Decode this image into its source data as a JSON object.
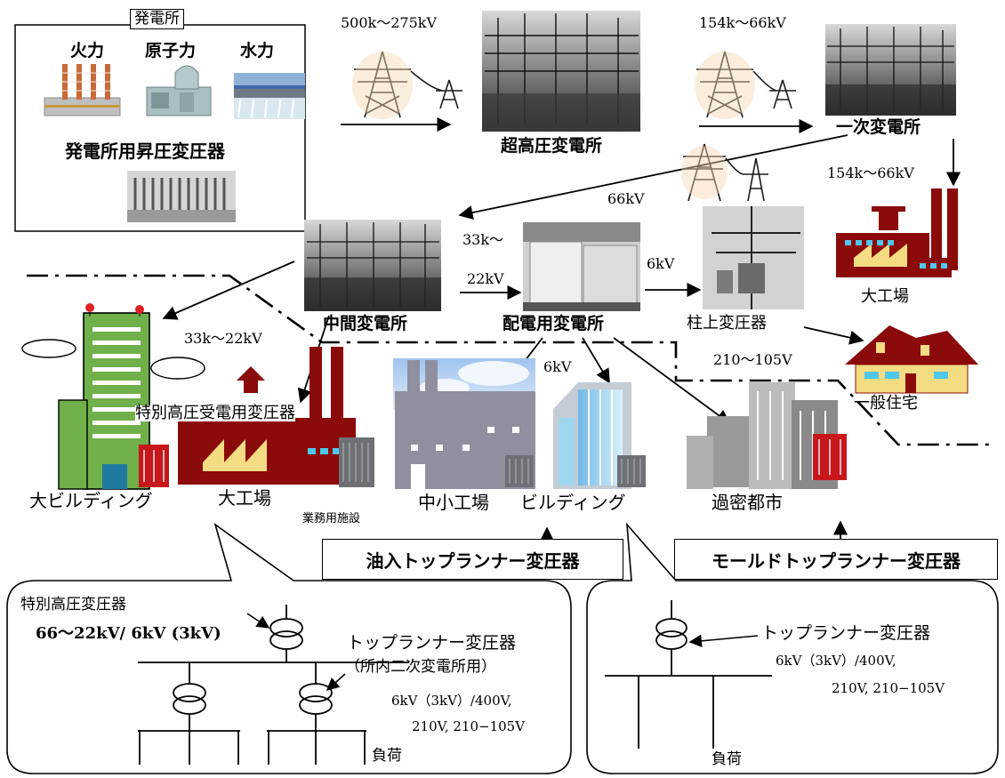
{
  "plant": {
    "title": "発電所",
    "thermal": "火力",
    "nuclear": "原子力",
    "hydro": "水力",
    "step_up": "発電所用昇圧変圧器"
  },
  "voltages": {
    "ehv_line": "500k～275kV",
    "primary_line": "154k～66kV",
    "to_intermediate": "66kV",
    "to_large_factory": "154k～66kV",
    "to_distribution_a": "33k～",
    "to_distribution_b": "22kV",
    "to_pole": "6kV",
    "to_buildings": "33k～22kV",
    "distribution_6kv": "6kV",
    "residential": "210～105V"
  },
  "stations": {
    "ehv": "超高圧変電所",
    "primary": "一次変電所",
    "intermediate": "中間変電所",
    "distribution": "配電用変電所",
    "pole": "柱上変圧器"
  },
  "consumers": {
    "large_factory_right": "大工場",
    "house": "一般住宅",
    "large_building": "大ビルディング",
    "large_factory": "大工場",
    "business": "業務用施設",
    "small_factory": "中小工場",
    "building": "ビルディング",
    "dense_city": "過密都市",
    "special_hv_receiving": "特別高圧受電用変圧器"
  },
  "labels": {
    "oil_toprunner": "油入トップランナー変圧器",
    "mold_toprunner": "モールドトップランナー変圧器"
  },
  "left_detail": {
    "special_hv": "特別高圧変圧器",
    "special_hv_rating": "66～22kV/ 6kV (3kV)",
    "toprunner": "トップランナー変圧器",
    "toprunner_note": "（所内二次変電所用）",
    "rating_1": "6kV（3kV）/400V,",
    "rating_2": "210V,  210−105V",
    "load": "負荷"
  },
  "right_detail": {
    "toprunner": "トップランナー変圧器",
    "rating_1": "6kV（3kV）/400V,",
    "rating_2": "210V, 210−105V",
    "load": "負荷"
  },
  "colors": {
    "factory_red": "#8b0a0a",
    "building_green": "#6fb04a",
    "window_blue": "#4fc7ee",
    "house_yellow": "#f3dc82",
    "transformer_red": "#c8161d"
  }
}
